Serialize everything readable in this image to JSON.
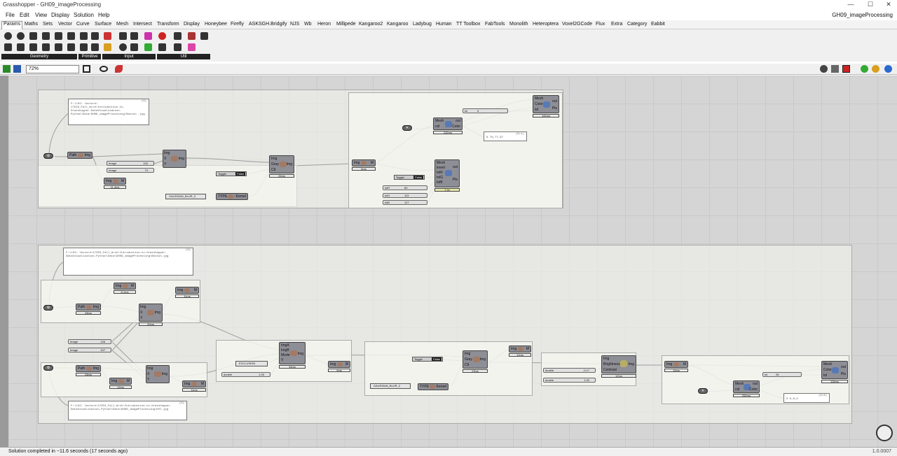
{
  "window": {
    "title": "Grasshopper - GH09_imageProcessing",
    "doc_name": "GH09_imageProcessing",
    "minimize": "—",
    "maximize": "☐",
    "close": "✕"
  },
  "menu": [
    "File",
    "Edit",
    "View",
    "Display",
    "Solution",
    "Help"
  ],
  "tabs": [
    "Params",
    "Maths",
    "Sets",
    "Vector",
    "Curve",
    "Surface",
    "Mesh",
    "Intersect",
    "Transform",
    "Display",
    "Honeybee",
    "Firefly",
    "ASKSGH.Bridgify",
    "NJS",
    "Wb",
    "Heron",
    "Millipede",
    "Kangaroo2",
    "Kangaroo",
    "Ladybug",
    "Human",
    "TT Toolbox",
    "FabTools",
    "Monolith",
    "Heteroptera",
    "Voxel2GCode",
    "Flux",
    "Extra",
    "Category",
    "Eabbit"
  ],
  "ribbon_groups": [
    "Geometry",
    "Primitive",
    "Input",
    "Util"
  ],
  "zoom": "72%",
  "status": "Solution completed in ~11.6 seconds (17 seconds ago)",
  "version": "1.0.0007",
  "colors": {
    "canvas": "#d5d5d5",
    "component": "#8e8e96",
    "accent": "#b46a3c"
  },
  "canvas": {
    "panels": [
      {
        "text": "F:\\L01\\ lecture\\ 170I6_Fall_Arch\\Introduction-to- Grasshopper-DataVisualization- Python\\Data\\GH09_imageProcessing\\Boston .jpg",
        "hdr": "(0)"
      },
      {
        "text": "0 76,77,67",
        "hdr": "(0;1)"
      },
      {
        "text": "F:\\L01\\ lecture\\170I6_Fall_Arch\\Introduction-to-Grasshopper-DataVisualization-Python\\Data\\GH09_imageProcessing\\Boston.jpg",
        "hdr": "(0)"
      },
      {
        "text": "F:\\L01\\ lecture\\170I6_Fall_Arch\\Introduction-to-Grasshopper-DataVisualization-Python\\Data\\GH09_imageProcessing\\NYC.jpg",
        "hdr": "(0)"
      },
      {
        "text": "0 0,0,0",
        "hdr": "(0;0)"
      }
    ],
    "sliders": [
      {
        "name": "Image",
        "value": "100"
      },
      {
        "name": "Image",
        "value": "74"
      },
      {
        "name": "tol",
        "value": "0"
      },
      {
        "name": "tolR",
        "value": "60"
      },
      {
        "name": "tolG",
        "value": "113"
      },
      {
        "name": "tolB",
        "value": "127"
      },
      {
        "name": "Image",
        "value": "126"
      },
      {
        "name": "Image",
        "value": "107"
      },
      {
        "name": "double",
        "value": "1.00"
      },
      {
        "name": "double",
        "value": "-0.17"
      },
      {
        "name": "double",
        "value": "1.00"
      },
      {
        "name": "tol",
        "value": "26"
      }
    ],
    "toggles": [
      {
        "name": "Toggle",
        "value": "False"
      },
      {
        "name": "Toggle",
        "value": "False"
      },
      {
        "name": "Toggle",
        "value": "False"
      }
    ],
    "dropdowns": [
      "GAUSSIAN_BLUR_3",
      "EXCLUSION",
      "GAUSSIAN_BLUR_3"
    ],
    "components": {
      "path1": {
        "in": "Path",
        "out": "Img"
      },
      "crop1": {
        "in1": "Img",
        "in2": "X",
        "in3": "Y",
        "out": "Img"
      },
      "meta1": {
        "in": "Img",
        "out": "M",
        "time": "11.4ms"
      },
      "filter1": {
        "in1": "Img",
        "in2": "Gray",
        "in3": "Clt",
        "out": "Img",
        "time": "25ms"
      },
      "kernel1": {
        "in": "TYPE",
        "out": "Kernel"
      },
      "meta2": {
        "in": "Img",
        "out": "M",
        "time": "8ms"
      },
      "py1": {
        "in1": "Mesh",
        "in2": "col",
        "out1": "out",
        "out2": "Color",
        "time": "232ms"
      },
      "py2": {
        "in1": "Mesh",
        "in2": "Color",
        "in3": "tol",
        "out1": "out",
        "out2": "Pts",
        "time": "142ms"
      },
      "py3": {
        "in1": "Mesh",
        "in2": "invert",
        "in3": "tolR",
        "in4": "tolG",
        "in5": "tolB",
        "out1": "out",
        "out2": "Pts",
        "time": "7.2s"
      },
      "path2": {
        "in": "Path",
        "out": "Img",
        "time": "28ms"
      },
      "meta3": {
        "in": "Img",
        "out": "M",
        "time": "8.1ms"
      },
      "crop2": {
        "in1": "Img",
        "in2": "X",
        "in3": "Y",
        "out": "Img",
        "time": "30ms"
      },
      "meta4": {
        "in": "Img",
        "out": "M",
        "time": "11ms"
      },
      "path3": {
        "in": "Path",
        "out": "Img",
        "time": "25ms"
      },
      "meta5": {
        "in": "Img",
        "out": "M",
        "time": "12ms"
      },
      "crop3": {
        "in1": "Img",
        "in2": "X",
        "in3": "Y",
        "out": "Img"
      },
      "meta6": {
        "in": "Img",
        "out": "M",
        "time": "11ms"
      },
      "blend": {
        "in1": "ImgA",
        "in2": "ImgB",
        "in3": "Mode",
        "in4": "V",
        "out": "Img",
        "time": "34ms"
      },
      "meta7": {
        "in": "Img",
        "out": "M",
        "time": "9ms"
      },
      "filter2": {
        "in1": "Img",
        "in2": "Gray",
        "in3": "Clt",
        "out": "Img",
        "time": "23ms"
      },
      "meta8": {
        "in": "Img",
        "out": "M",
        "time": "12ms"
      },
      "kernel2": {
        "in": "TYPE",
        "out": "Kernel"
      },
      "bc": {
        "in1": "Img",
        "in2": "Brightness",
        "in3": "Contrast",
        "out": "Img",
        "time": "12ms"
      },
      "meta9": {
        "in": "Img",
        "out": "M",
        "time": "15ms"
      },
      "py4": {
        "in1": "Mesh",
        "in2": "col",
        "out1": "out",
        "out2": "Color",
        "time": "252ms"
      },
      "py5": {
        "in1": "Mesh",
        "in2": "Color",
        "in3": "tol",
        "out1": "out",
        "out2": "Pts",
        "time": "128ms"
      }
    }
  }
}
